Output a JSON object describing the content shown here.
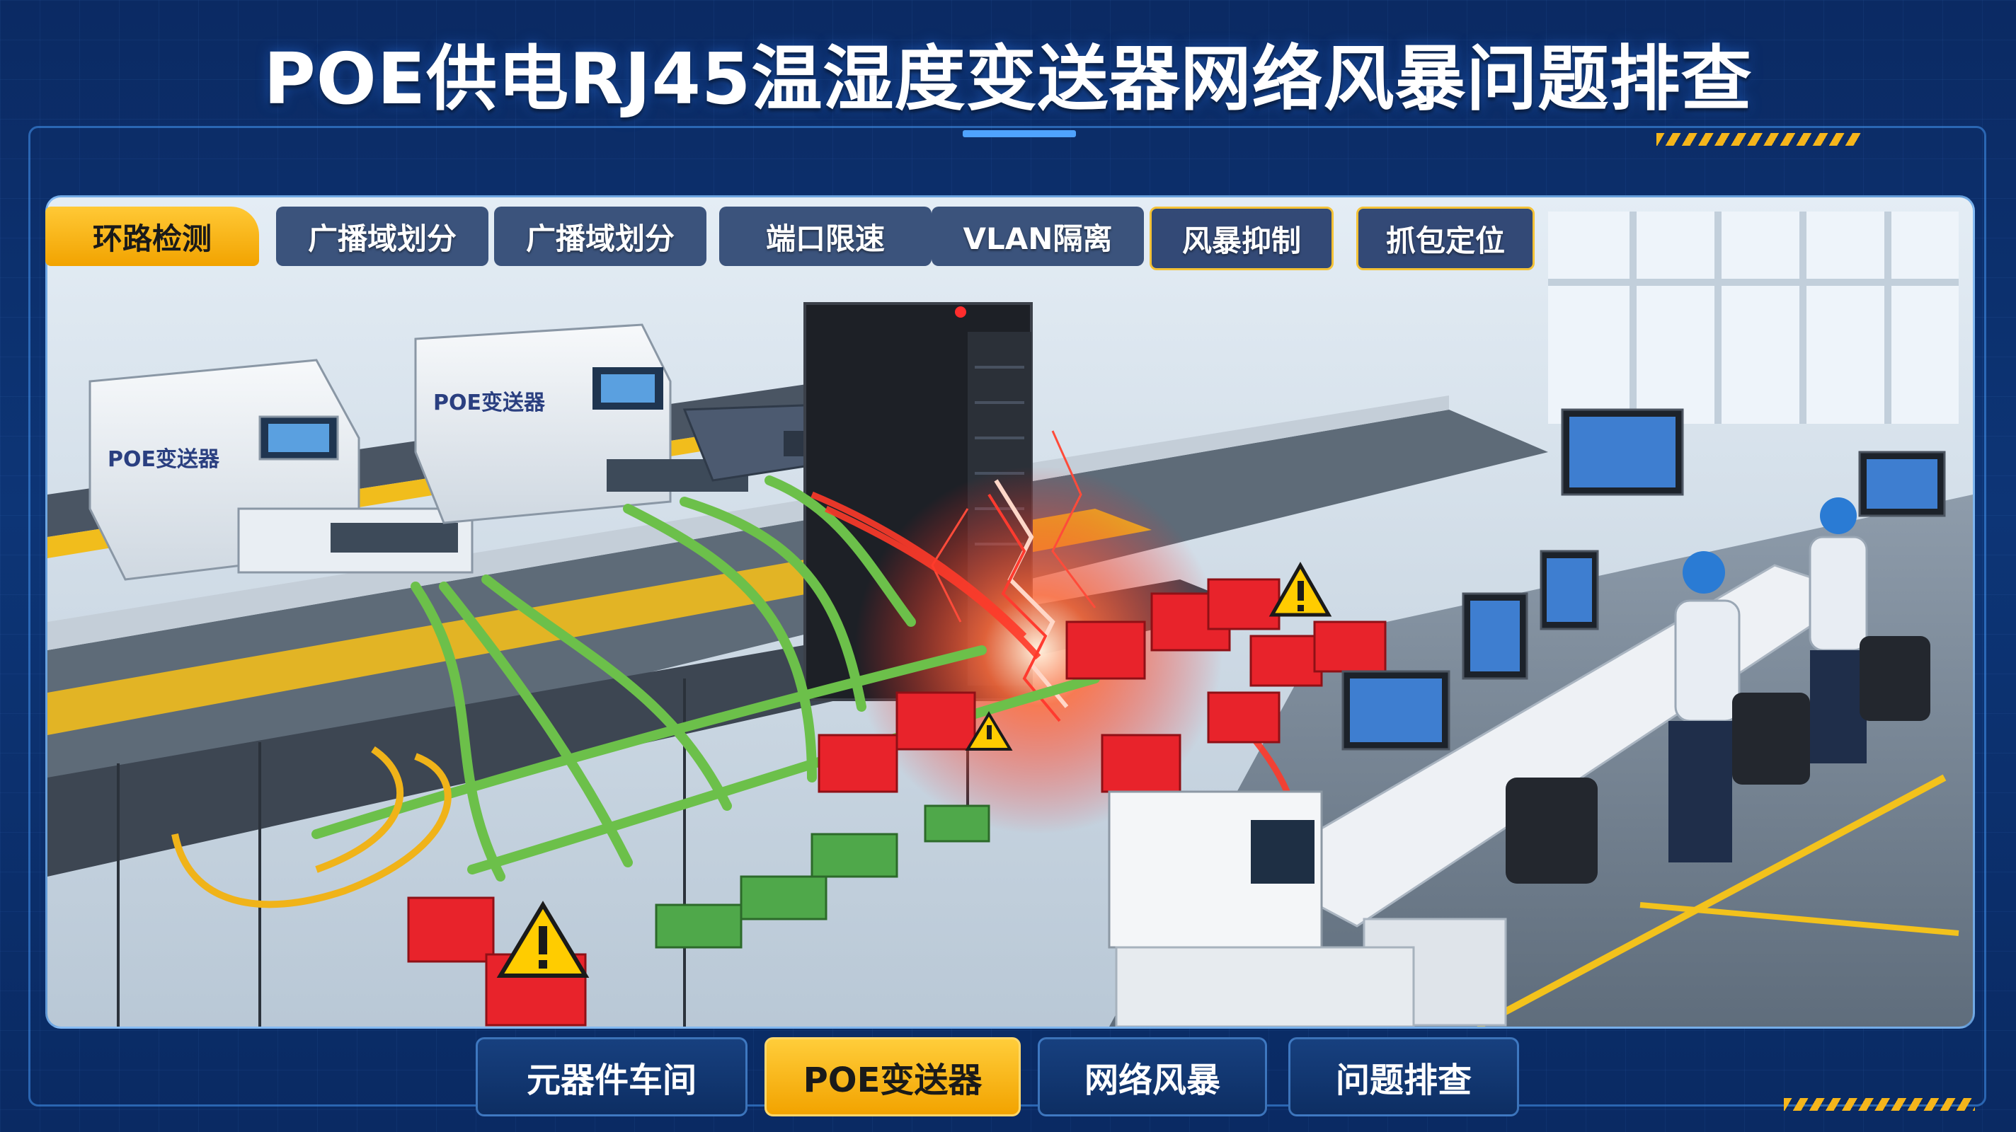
{
  "header": {
    "title": "POE供电RJ45温湿度变送器网络风暴问题排查"
  },
  "top_tabs": [
    {
      "label": "环路检测",
      "state": "active"
    },
    {
      "label": "广播域划分",
      "state": "normal"
    },
    {
      "label": "广播域划分",
      "state": "normal"
    },
    {
      "label": "端口限速",
      "state": "normal"
    },
    {
      "label": "VLAN隔离",
      "state": "normal"
    },
    {
      "label": "风暴抑制",
      "state": "outlined"
    },
    {
      "label": "抓包定位",
      "state": "outlined"
    }
  ],
  "devices": {
    "label_1": "POE变送器",
    "label_2": "POE变送器"
  },
  "bottom_buttons": [
    {
      "label": "元器件车间",
      "state": "normal"
    },
    {
      "label": "POE变送器",
      "state": "active"
    },
    {
      "label": "网络风暴",
      "state": "normal"
    },
    {
      "label": "问题排查",
      "state": "normal"
    }
  ],
  "colors": {
    "accent_yellow": "#f5b51b",
    "background_blue": "#0d3576",
    "cable_green": "#6cc04a",
    "storm_red": "#e8232b",
    "warning_yellow": "#ffcc00"
  }
}
